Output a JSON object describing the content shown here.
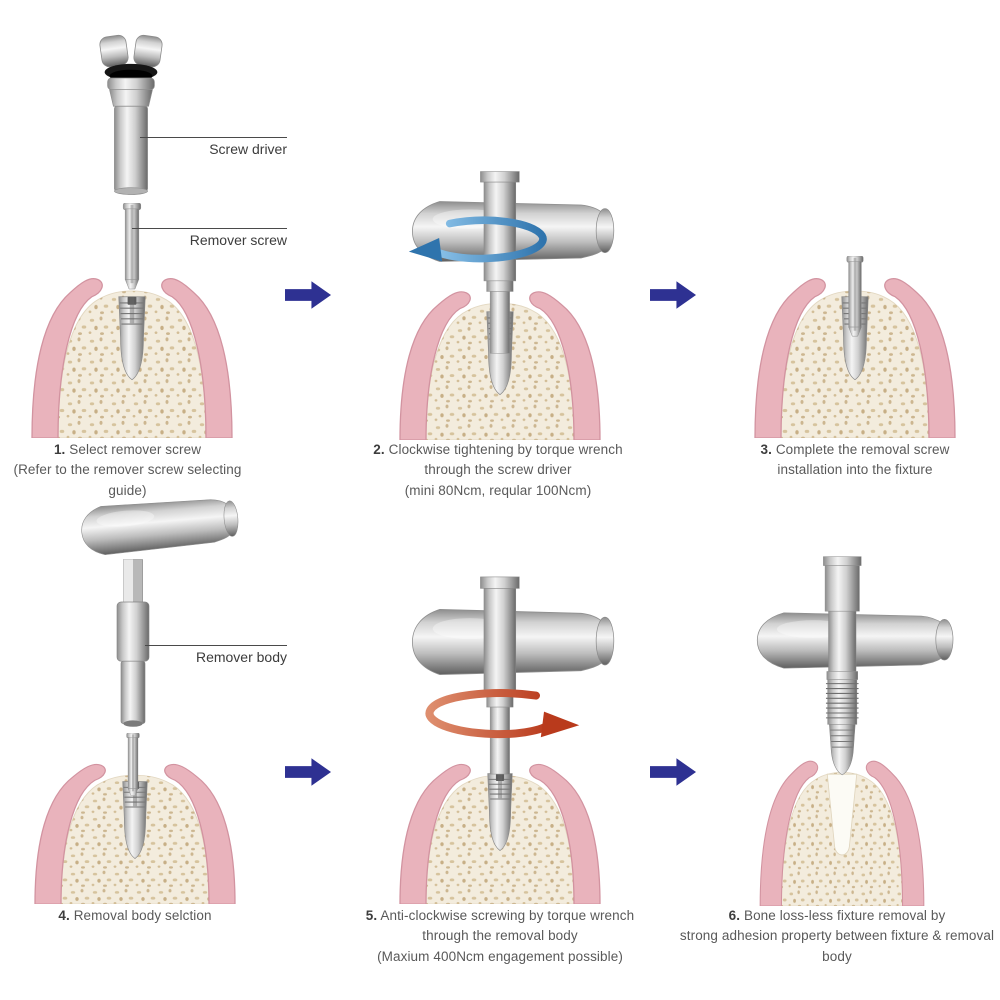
{
  "title_implicit": "Dental fixture removal procedure diagram",
  "labels": {
    "screw_driver": "Screw driver",
    "remover_screw": "Remover screw",
    "remover_body": "Remover body"
  },
  "steps": [
    {
      "num": "1.",
      "line1": "Select remover screw",
      "line2": "(Refer to the remover screw selecting guide)"
    },
    {
      "num": "2.",
      "line1": "Clockwise tightening by torque wrench",
      "line2": "through the screw driver",
      "line3": "(mini 80Ncm, reqular 100Ncm)"
    },
    {
      "num": "3.",
      "line1": "Complete the removal screw",
      "line2": "installation into the fixture"
    },
    {
      "num": "4.",
      "line1": "Removal body selction"
    },
    {
      "num": "5.",
      "line1": "Anti-clockwise screwing by torque wrench",
      "line2": "through the removal body",
      "line3": "(Maxium 400Ncm engagement possible)"
    },
    {
      "num": "6.",
      "line1": "Bone loss-less fixture removal by",
      "line2": "strong adhesion property between fixture & removal body"
    }
  ],
  "icons": {
    "flow_arrow": "right-block-arrow",
    "rotation_clockwise": "blue-rotation-arrow",
    "rotation_anticlockwise": "red-rotation-arrow"
  },
  "colors": {
    "flow_arrow": "#2e3192",
    "rotation_blue": "#4a90c8",
    "rotation_red": "#c2492b",
    "gingiva_pink": "#e9b3bc",
    "bone_cream": "#f3ecdd",
    "caption_text": "#595959"
  }
}
